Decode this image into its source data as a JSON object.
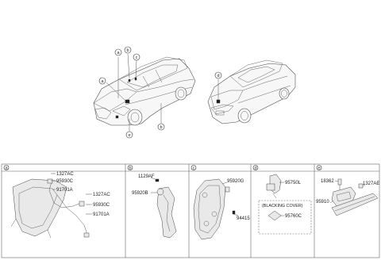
{
  "callouts": {
    "front_car": [
      "a",
      "b",
      "c",
      "a",
      "b",
      "e"
    ],
    "rear_car": [
      "d"
    ]
  },
  "panels": [
    {
      "letter": "a",
      "labels": [
        "1327AC",
        "95930C",
        "91701A",
        "1327AC",
        "95930C",
        "91701A"
      ]
    },
    {
      "letter": "b",
      "labels": [
        "1129AF",
        "95920B"
      ]
    },
    {
      "letter": "c",
      "labels": [
        "95920G",
        "94415"
      ]
    },
    {
      "letter": "d",
      "labels": [
        "95750L",
        "(BLACKING COVER)",
        "95760C"
      ]
    },
    {
      "letter": "e",
      "labels": [
        "18362",
        "1327AE",
        "95910"
      ]
    }
  ]
}
